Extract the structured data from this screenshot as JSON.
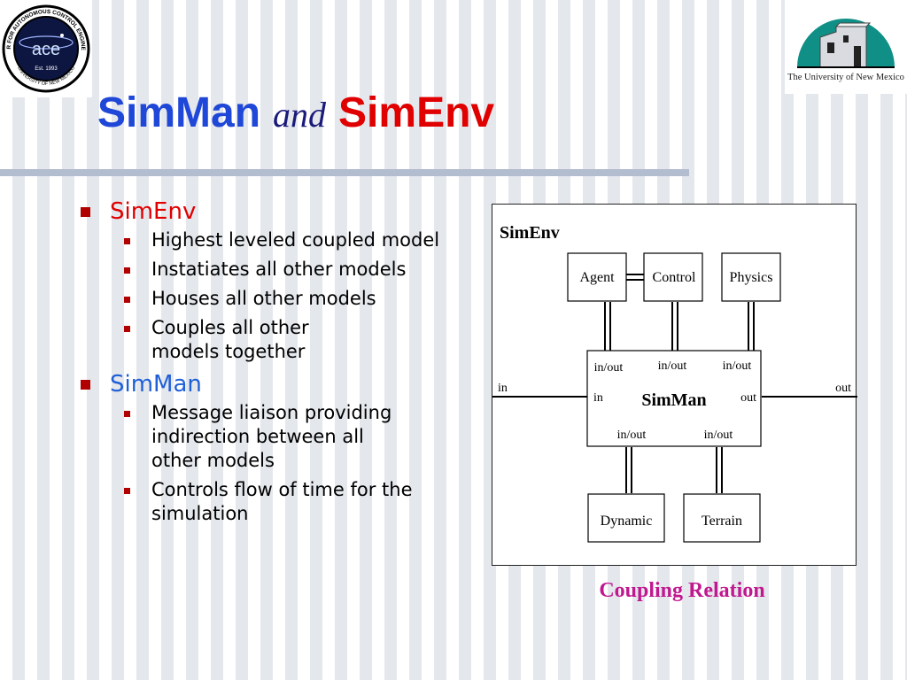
{
  "logos": {
    "left_name": "ace",
    "left_ring_text": "CENTER FOR AUTONOMOUS CONTROL ENGINEERING",
    "left_ring_bottom": "UNIVERSITY OF NEW MEXICO",
    "left_est": "Est. 1993",
    "right_caption": "The University of New Mexico"
  },
  "title": {
    "part1": "SimMan",
    "conj": "and",
    "part2": "SimEnv"
  },
  "bullets": [
    {
      "label": "SimEnv",
      "color": "#e00000",
      "sub": [
        "Highest leveled coupled model",
        "Instatiates all other models",
        "Houses all other models",
        "Couples all other models together"
      ]
    },
    {
      "label": "SimMan",
      "color": "#1f5fd8",
      "sub": [
        "Message liaison providing indirection between all other models",
        "Controls flow of time for the simulation"
      ]
    }
  ],
  "diagram": {
    "container_label": "SimEnv",
    "core_label": "SimMan",
    "top_models": [
      "Agent",
      "Control",
      "Physics"
    ],
    "bottom_models": [
      "Dynamic",
      "Terrain"
    ],
    "ports": {
      "top": [
        "in/out",
        "in/out",
        "in/out"
      ],
      "core_in": "in",
      "core_out": "out",
      "bottom": [
        "in/out",
        "in/out"
      ],
      "env_in": "in",
      "env_out": "out"
    }
  },
  "caption": "Coupling Relation"
}
